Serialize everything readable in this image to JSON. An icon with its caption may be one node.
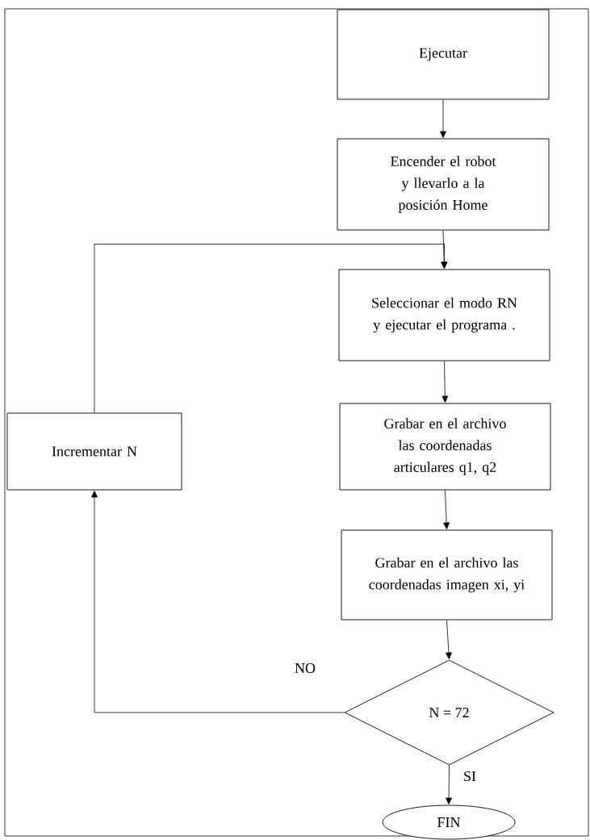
{
  "diagram": {
    "nodes": [
      {
        "text": [
          "Ejecutar"
        ]
      },
      {
        "text": [
          "Encender el robot y llevarlo a la posición Home"
        ]
      },
      {
        "text": [
          "Seleccionar el modo RN y ejecutar el programa ."
        ]
      },
      {
        "text": [
          "Grabar en el archivo las coordenadas articulares q1, q2"
        ]
      },
      {
        "text": [
          "Grabar en el archivo las coordenadas imagen xi, yi"
        ]
      },
      {
        "text": [
          "N = 72"
        ]
      },
      {
        "text": [
          "FIN"
        ]
      },
      {
        "text": [
          "Incrementar N"
        ]
      }
    ],
    "edges": [
      {
        "from": 0,
        "to": 1,
        "arrow": "to"
      },
      {
        "from": 1,
        "to": 2,
        "arrow": "to"
      },
      {
        "from": 2,
        "to": 3,
        "arrow": "to"
      },
      {
        "from": 3,
        "to": 4,
        "arrow": "to"
      },
      {
        "from": 4,
        "to": 5,
        "arrow": "to"
      },
      {
        "from": 5,
        "to": 6,
        "label": "SI",
        "arrow": "to"
      },
      {
        "from": 5,
        "to": 7,
        "label": "NO",
        "arrow": "to"
      },
      {
        "from": 7,
        "to": 2,
        "arrow": "to"
      }
    ]
  }
}
